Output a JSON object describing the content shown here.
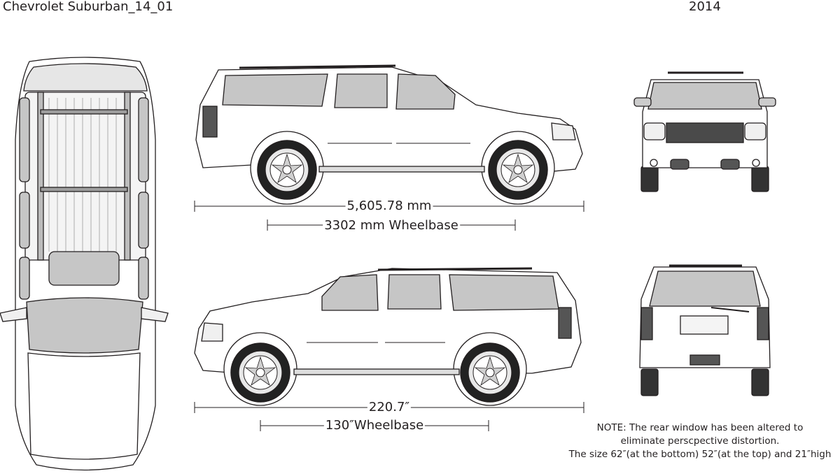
{
  "header": {
    "title": "Chevrolet Suburban_14_01",
    "year": "2014"
  },
  "dimensions": {
    "metric_length": "5,605.78 mm",
    "metric_wheelbase": "3302 mm Wheelbase",
    "imperial_length": "220.7″",
    "imperial_wheelbase": "130″Wheelbase"
  },
  "note": {
    "line1": "NOTE:  The rear window has been altered to",
    "line2": "eliminate perscpective distortion.",
    "line3": "The size 62″(at the bottom) 52″(at the top) and 21″high"
  },
  "colors": {
    "line": "#231f20",
    "glass": "#c6c6c6",
    "tire": "#222222",
    "body": "#ffffff",
    "grille": "#4a4a4a"
  }
}
